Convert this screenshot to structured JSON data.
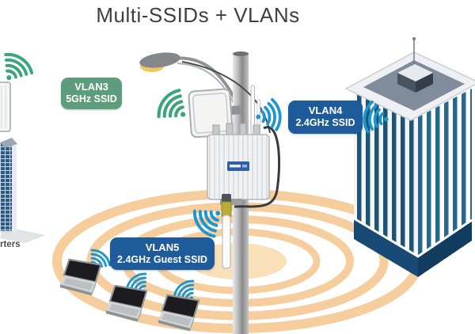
{
  "title": "Multi-SSIDs + VLANs",
  "badges": {
    "vlan3": {
      "name": "VLAN3",
      "ssid": "5GHz SSID"
    },
    "vlan4": {
      "name": "VLAN4",
      "ssid": "2.4GHz SSID"
    },
    "vlan5": {
      "name": "VLAN5",
      "ssid": "2.4GHz Guest SSID"
    }
  },
  "left_caption_partial": "rters",
  "colors": {
    "badge_green": "#5e9c7e",
    "badge_blue": "#1e5b9a",
    "wifi_green": "#3aa47a",
    "wifi_blue": "#1b96d1",
    "coverage_orange": "#f5c68c",
    "coverage_inner": "#f7d6a4",
    "building_stripe_dark": "#1d5474",
    "building_base": "#174a74",
    "title_text": "#3f3f3f"
  },
  "icons": {
    "wifi-signal-icon": "concentric quarter arcs + dot",
    "coverage-rings-icon": "concentric orange ellipses",
    "street-lamp-icon": "curved arm lamp with yellow light",
    "panel-antenna-icon": "white square directional antenna",
    "omni-antenna-icon": "white stick antenna with yellow band",
    "outdoor-access-point-icon": "ridged white enclosure on pole",
    "office-building-icon": "isometric striped tower",
    "laptop-icon": "open notebook computer"
  }
}
